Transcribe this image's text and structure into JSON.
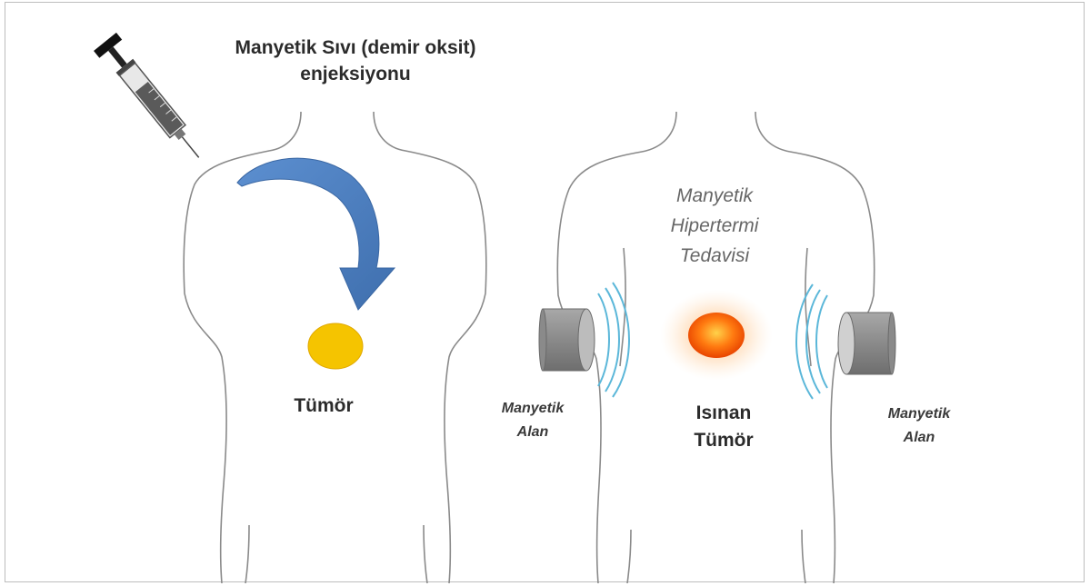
{
  "labels": {
    "injection_line1": "Manyetik Sıvı (demir oksit)",
    "injection_line2": "enjeksiyonu",
    "tumor": "Tümör",
    "therapy_line1": "Manyetik",
    "therapy_line2": "Hipertermi",
    "therapy_line3": "Tedavisi",
    "heated_line1": "Isınan",
    "heated_line2": "Tümör",
    "field_left_line1": "Manyetik",
    "field_left_line2": "Alan",
    "field_right_line1": "Manyetik",
    "field_right_line2": "Alan"
  },
  "colors": {
    "arrow": "#4a7ec0",
    "tumor": "#f5c400",
    "heated_tumor": "#ff6a00",
    "magnet": "#8c8c8c",
    "field_waves": "#5bb7d9",
    "outline": "#8a8a8a"
  },
  "icons": {
    "syringe": "syringe-icon",
    "arrow": "curved-arrow-icon",
    "magnet": "magnet-icon"
  }
}
